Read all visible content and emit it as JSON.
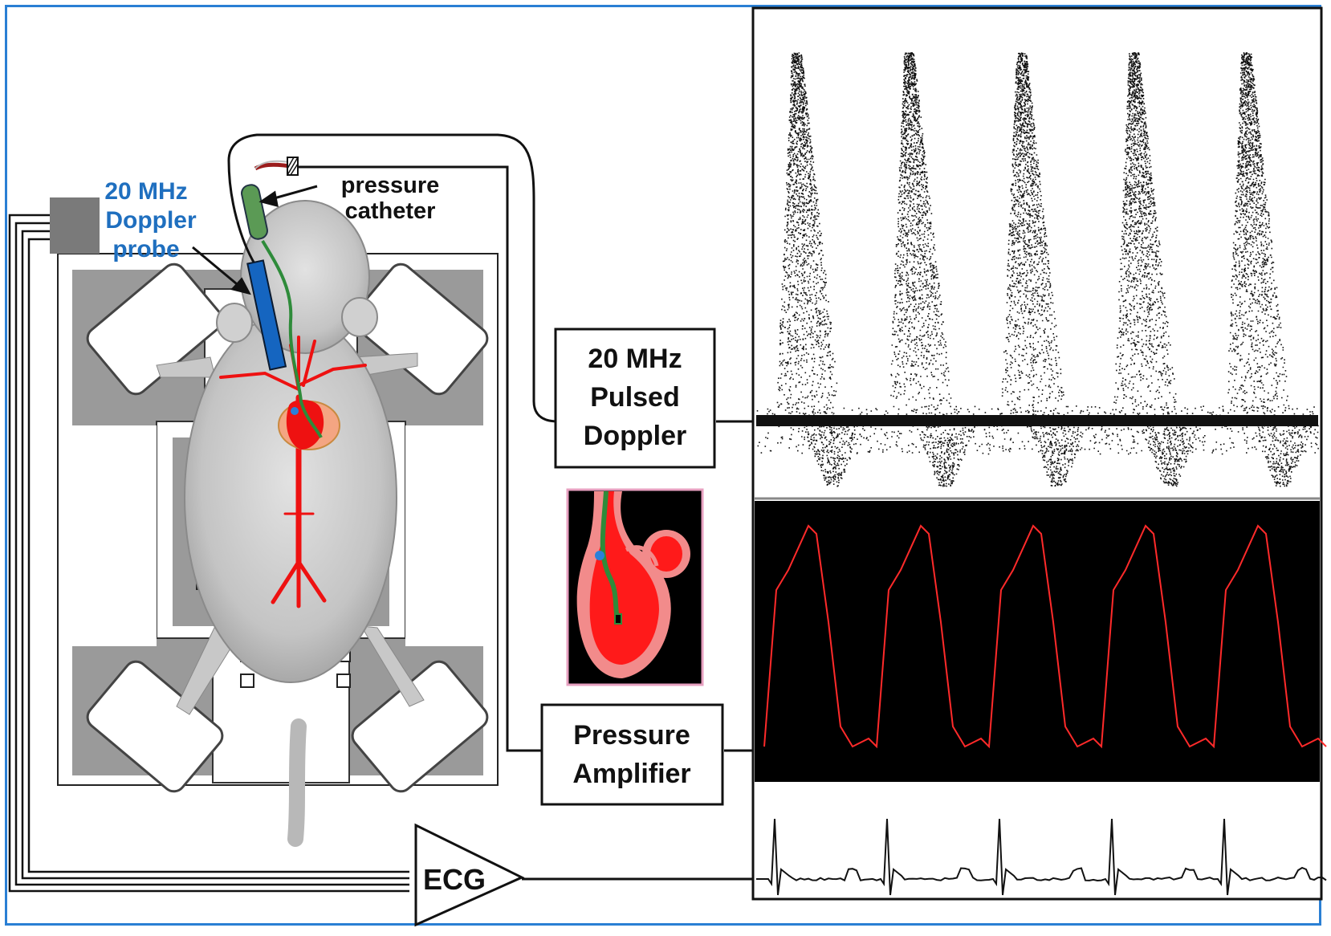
{
  "probe_label": [
    "20 MHz",
    "Doppler",
    "probe"
  ],
  "catheter_label": [
    "pressure",
    "catheter"
  ],
  "doppler_box": [
    "20 MHz",
    "Pulsed",
    "Doppler"
  ],
  "pressure_box": [
    "Pressure",
    "Amplifier"
  ],
  "ecg_label": "ECG",
  "colors": {
    "frame": "#2a7fd4",
    "probe_text": "#1f6fbf",
    "probe_body": "#1565c0",
    "catheter": "#2e8b3a",
    "artery": "#ee1111",
    "heart_fill": "#ff1a1a",
    "heart_wall": "#f28b8b",
    "pressure_trace": "#ff2a2a",
    "platform": "#a0a0a0",
    "ecg_electrode": "#7a7a7a"
  },
  "icons": [
    "doppler-probe-icon",
    "pressure-catheter-icon",
    "heart-inset-icon",
    "mouse-illustration",
    "ecg-amplifier-triangle-icon",
    "ecg-electrode-icon"
  ],
  "signals": {
    "beats": 5,
    "doppler": "velocity spectrogram",
    "pressure": "ventricular pressure waveform",
    "ecg": "electrocardiogram"
  }
}
